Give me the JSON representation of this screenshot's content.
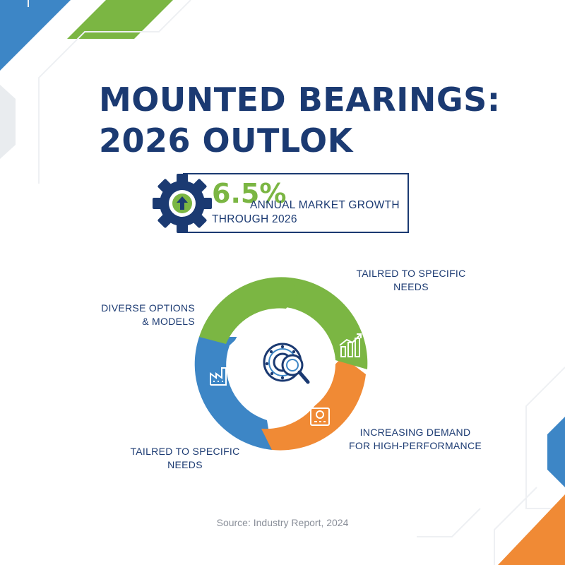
{
  "title": {
    "line1": "MOUNTED BEARINGS:",
    "line2": "2026 OUTLOK"
  },
  "growth": {
    "value": "6.5%",
    "label_line1": "ANNUAL MARKET GROWTH",
    "label_line2": "THROUGH 2026",
    "icon": "gear-arrow-up-icon"
  },
  "cycle": {
    "center_icon": "bearing-magnifier-icon",
    "segments": [
      {
        "color": "#7bb643",
        "label_line1": "DIVERSE OPTIONS",
        "label_line2": "& MODELS"
      },
      {
        "color": "#7bb643",
        "label_line1": "TAILRED TO SPECIFIC",
        "label_line2": "NEEDS",
        "icon": "bar-chart-growth-icon"
      },
      {
        "color": "#f08a35",
        "label_line1": "INCREASING DEMAND",
        "label_line2": "FOR HIGH-PERFORMANCE",
        "icon": "machine-panel-icon"
      },
      {
        "color": "#3d86c6",
        "label_line1": "TAILRED TO SPECIFIC",
        "label_line2": "NEEDS",
        "icon": "factory-icon"
      }
    ]
  },
  "source": "Source: Industry Report, 2024",
  "colors": {
    "navy": "#1b3a72",
    "green": "#7bb643",
    "blue": "#3d86c6",
    "orange": "#f08a35"
  }
}
